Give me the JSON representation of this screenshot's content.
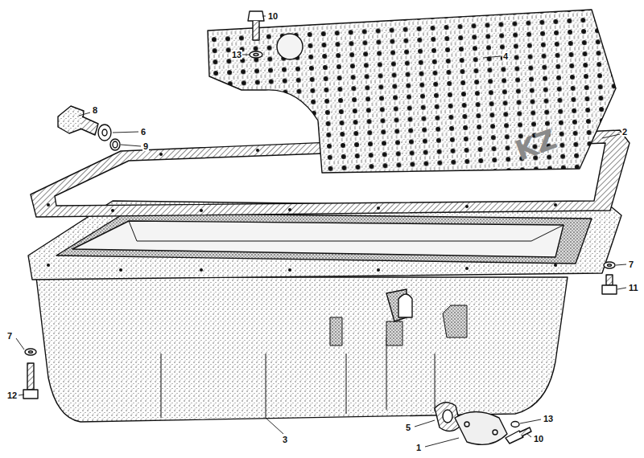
{
  "diagram": {
    "labels": [
      "10",
      "13",
      "4",
      "8",
      "6",
      "9",
      "2",
      "KZ",
      "7",
      "11",
      "7",
      "12",
      "5",
      "13",
      "10",
      "1",
      "3"
    ]
  }
}
